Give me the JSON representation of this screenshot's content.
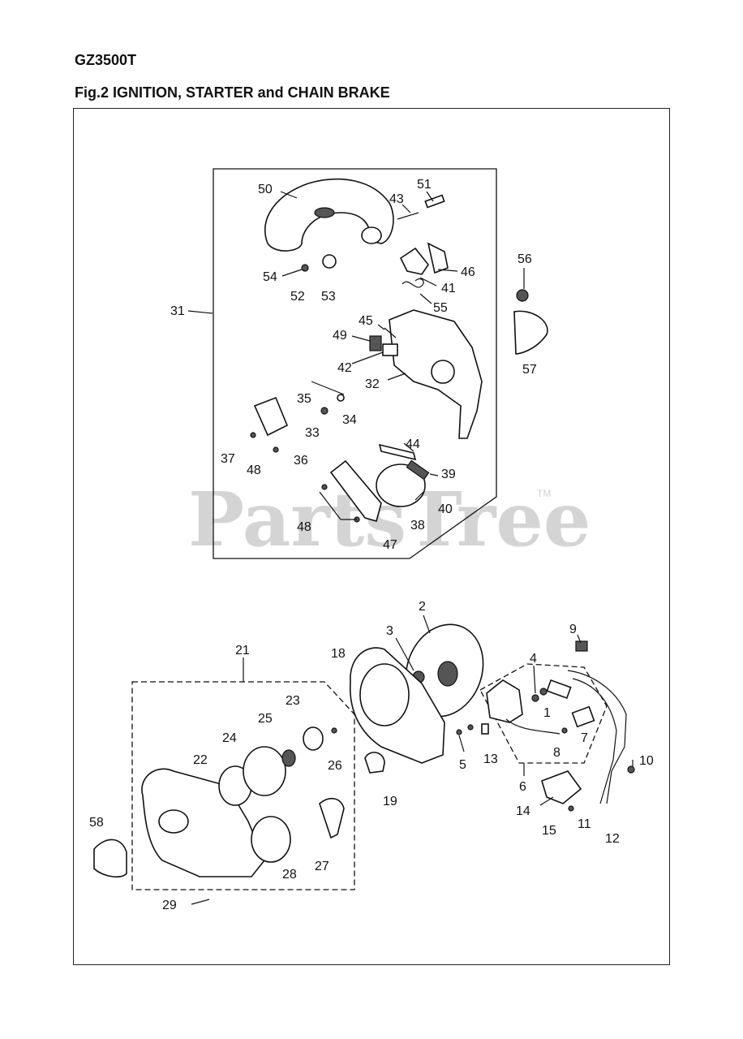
{
  "header": {
    "model": "GZ3500T",
    "figure_title": "Fig.2  IGNITION, STARTER and CHAIN BRAKE"
  },
  "watermark": {
    "text": "PartsTree",
    "trademark": "TM"
  },
  "callouts": [
    "1",
    "2",
    "3",
    "4",
    "5",
    "6",
    "7",
    "8",
    "9",
    "10",
    "11",
    "12",
    "13",
    "14",
    "15",
    "18",
    "19",
    "21",
    "22",
    "23",
    "24",
    "25",
    "26",
    "27",
    "28",
    "29",
    "31",
    "32",
    "33",
    "34",
    "35",
    "36",
    "37",
    "38",
    "39",
    "40",
    "41",
    "42",
    "43",
    "44",
    "45",
    "46",
    "47",
    "48",
    "48",
    "49",
    "50",
    "51",
    "52",
    "53",
    "54",
    "55",
    "56",
    "57",
    "58"
  ]
}
